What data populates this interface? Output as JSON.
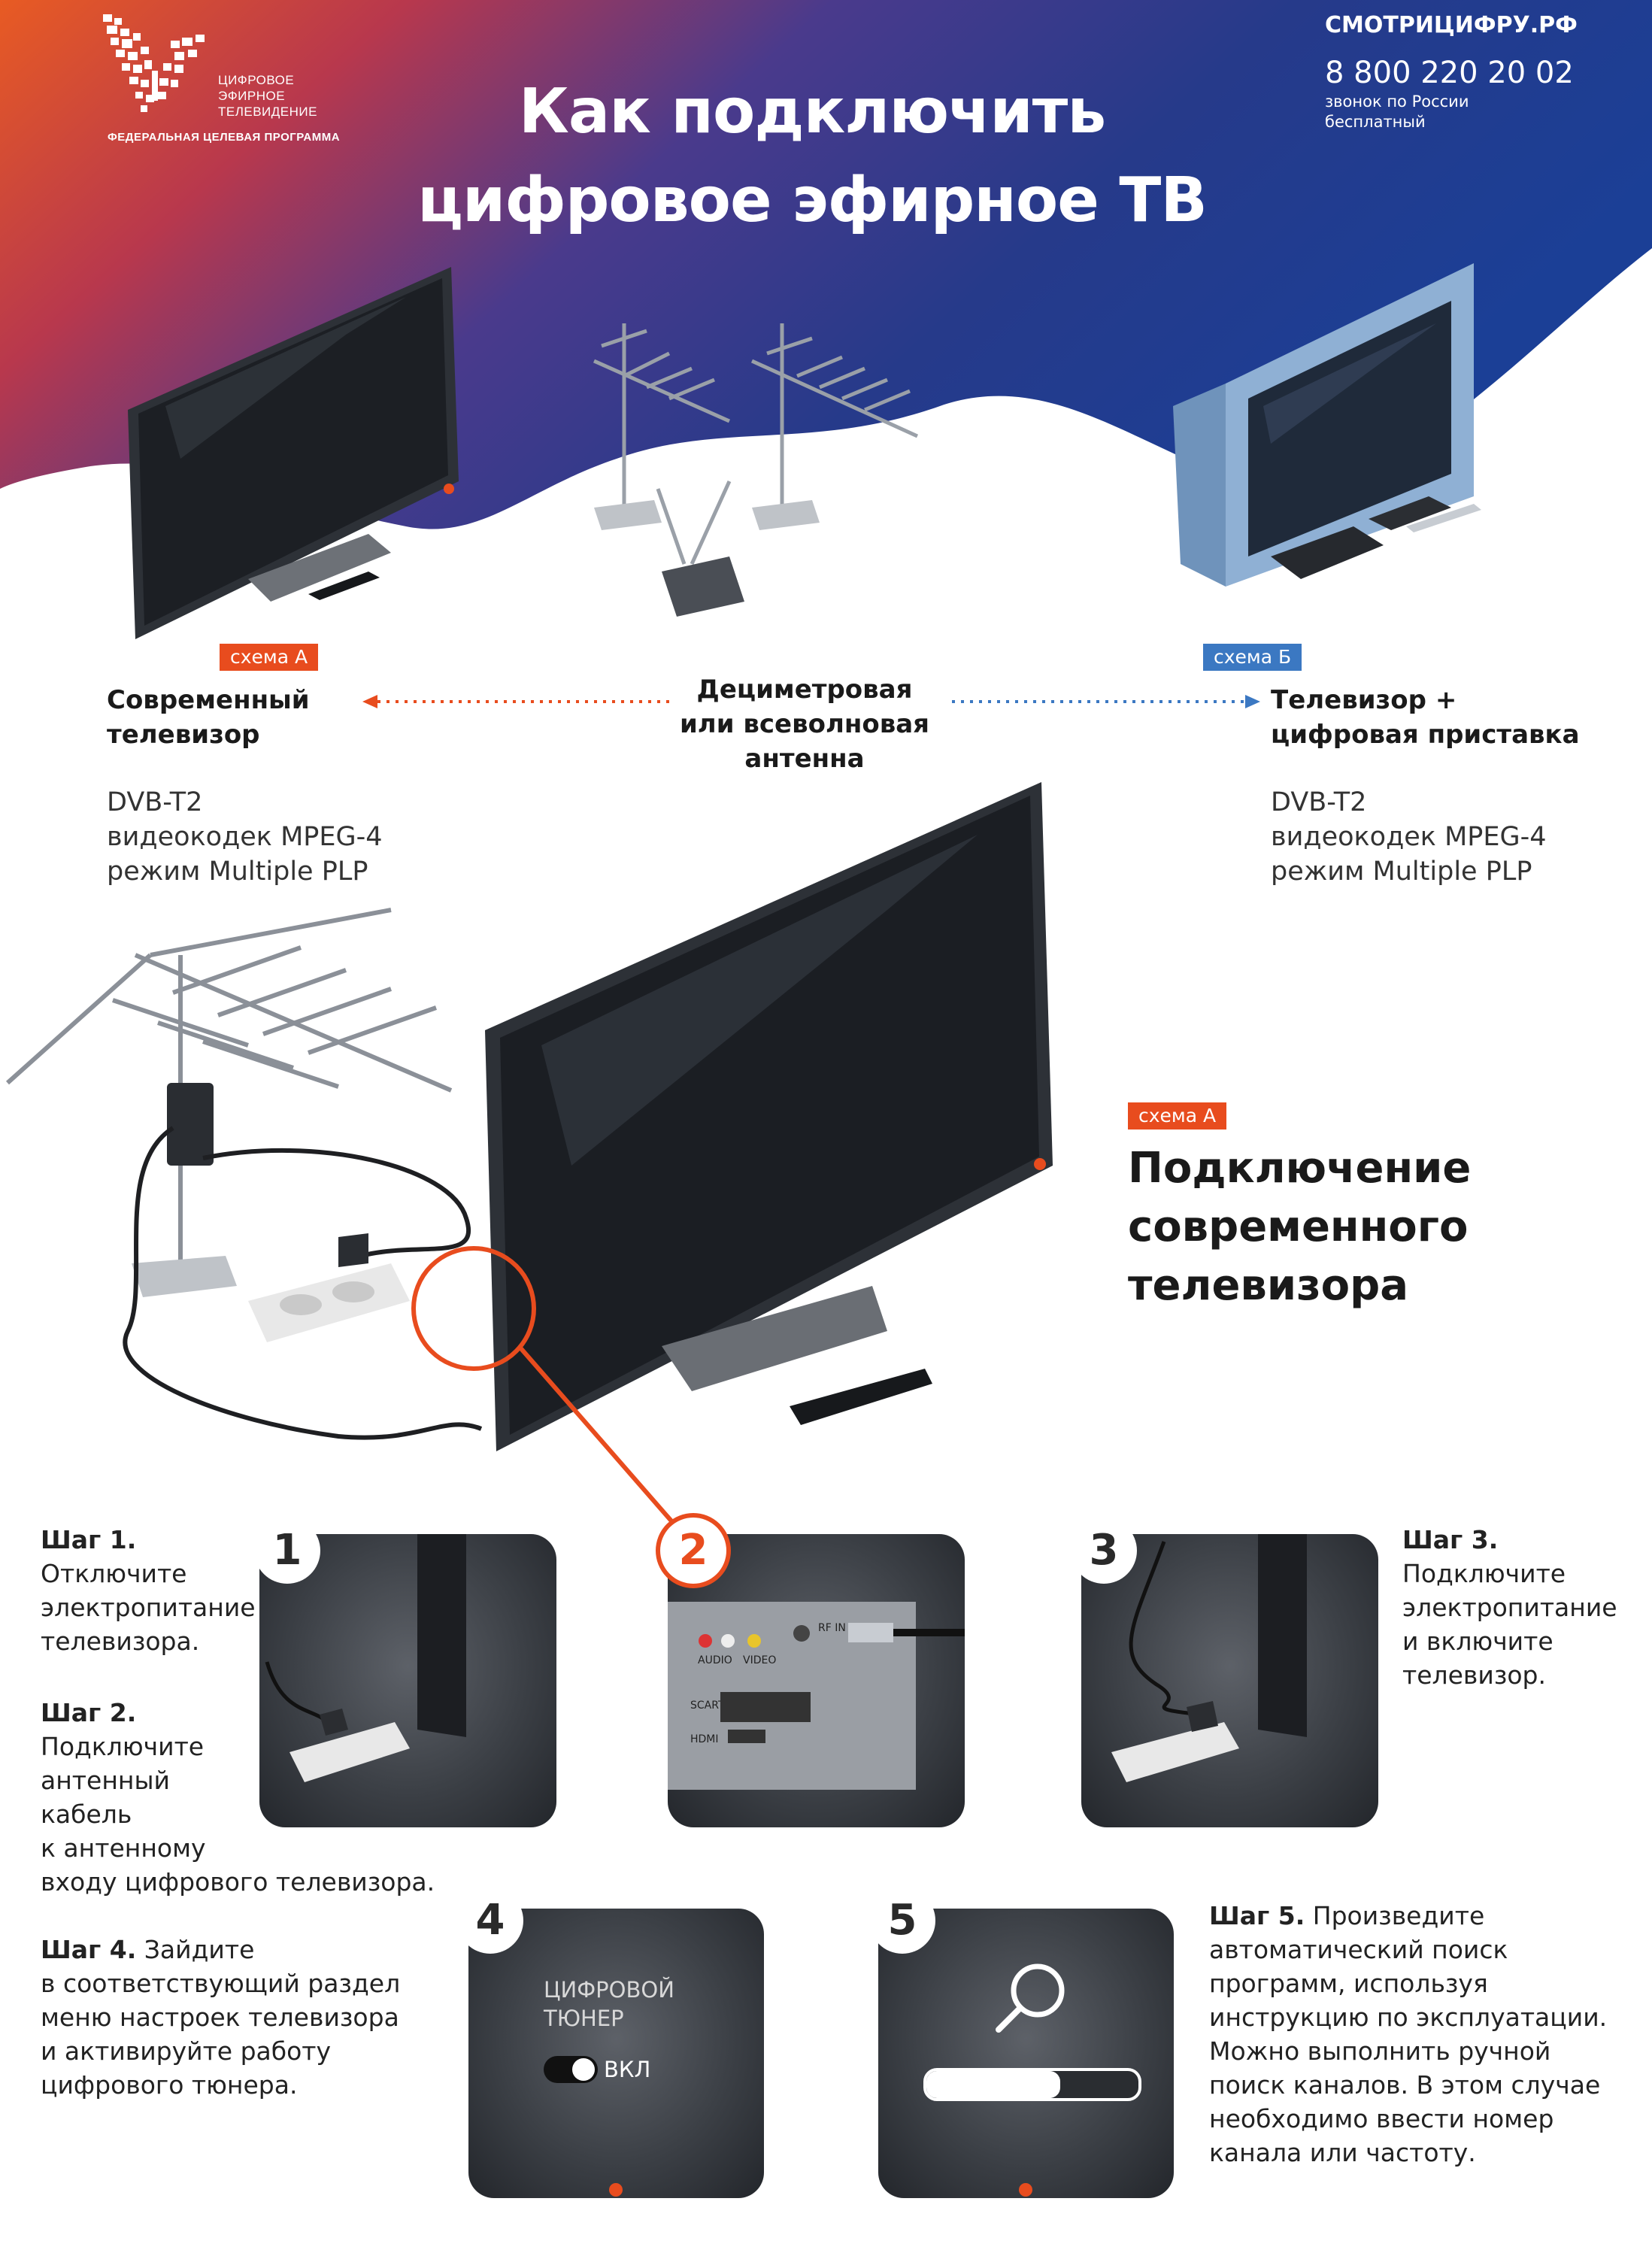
{
  "logo": {
    "line1": "ЦИФРОВОЕ",
    "line2": "ЭФИРНОЕ",
    "line3": "ТЕЛЕВИДЕНИЕ",
    "program": "ФЕДЕРАЛЬНАЯ ЦЕЛЕВАЯ ПРОГРАММА"
  },
  "contact": {
    "site": "СМОТРИЦИФРУ.РФ",
    "phone": "8 800 220 20 02",
    "note_line1": "звонок по России",
    "note_line2": "бесплатный"
  },
  "title": {
    "line1": "Как подключить",
    "line2": "цифровое эфирное ТВ"
  },
  "scheme_a": {
    "badge": "схема А",
    "name_line1": "Современный",
    "name_line2": "телевизор",
    "spec1": "DVB-T2",
    "spec2": "видеокодек MPEG-4",
    "spec3": "режим Multiple PLP"
  },
  "antenna": {
    "line1": "Дециметровая",
    "line2": "или всеволновая",
    "line3": "антенна"
  },
  "scheme_b": {
    "badge": "схема Б",
    "name_line1": "Телевизор +",
    "name_line2": "цифровая приставка",
    "spec1": "DVB-T2",
    "spec2": "видеокодек MPEG-4",
    "spec3": "режим Multiple PLP"
  },
  "connection": {
    "badge": "схема А",
    "line1": "Подключение",
    "line2": "современного",
    "line3": "телевизора"
  },
  "steps": {
    "s1_title": "Шаг 1.",
    "s1_l1": "Отключите",
    "s1_l2": "электропитание",
    "s1_l3": "телевизора.",
    "s2_title": "Шаг 2.",
    "s2_l1": "Подключите",
    "s2_l2": "антенный",
    "s2_l3": "кабель",
    "s2_l4": "к антенному",
    "s2_l5": "входу цифрового телевизора.",
    "s3_title": "Шаг 3.",
    "s3_l1": "Подключите",
    "s3_l2": "электропитание",
    "s3_l3": "и включите",
    "s3_l4": "телевизор.",
    "s4_title": "Шаг 4.",
    "s4_l1": "Зайдите",
    "s4_l2": "в соответствующий раздел",
    "s4_l3": "меню настроек телевизора",
    "s4_l4": "и активируйте работу",
    "s4_l5": "цифрового тюнера.",
    "s5_title": "Шаг 5.",
    "s5_l1": "Произведите",
    "s5_l2": "автоматический поиск",
    "s5_l3": "программ, используя",
    "s5_l4": "инструкцию по эксплуатации.",
    "s5_l5": "Можно выполнить ручной",
    "s5_l6": "поиск каналов. В этом случае",
    "s5_l7": "необходимо ввести номер",
    "s5_l8": "канала или частоту."
  },
  "panels": {
    "n1": "1",
    "n2": "2",
    "n3": "3",
    "n4": "4",
    "n5": "5",
    "tuner_l1": "ЦИФРОВОЙ",
    "tuner_l2": "ТЮНЕР",
    "tuner_toggle": "ВКЛ",
    "jack_audio": "AUDIO",
    "jack_video": "VIDEO",
    "jack_rfin": "RF IN",
    "jack_scart": "SCART",
    "jack_hdmi": "HDMI"
  },
  "colors": {
    "accent_orange": "#e84c1e",
    "accent_blue": "#3b78c2",
    "hero_dark": "#1d2e6e"
  }
}
